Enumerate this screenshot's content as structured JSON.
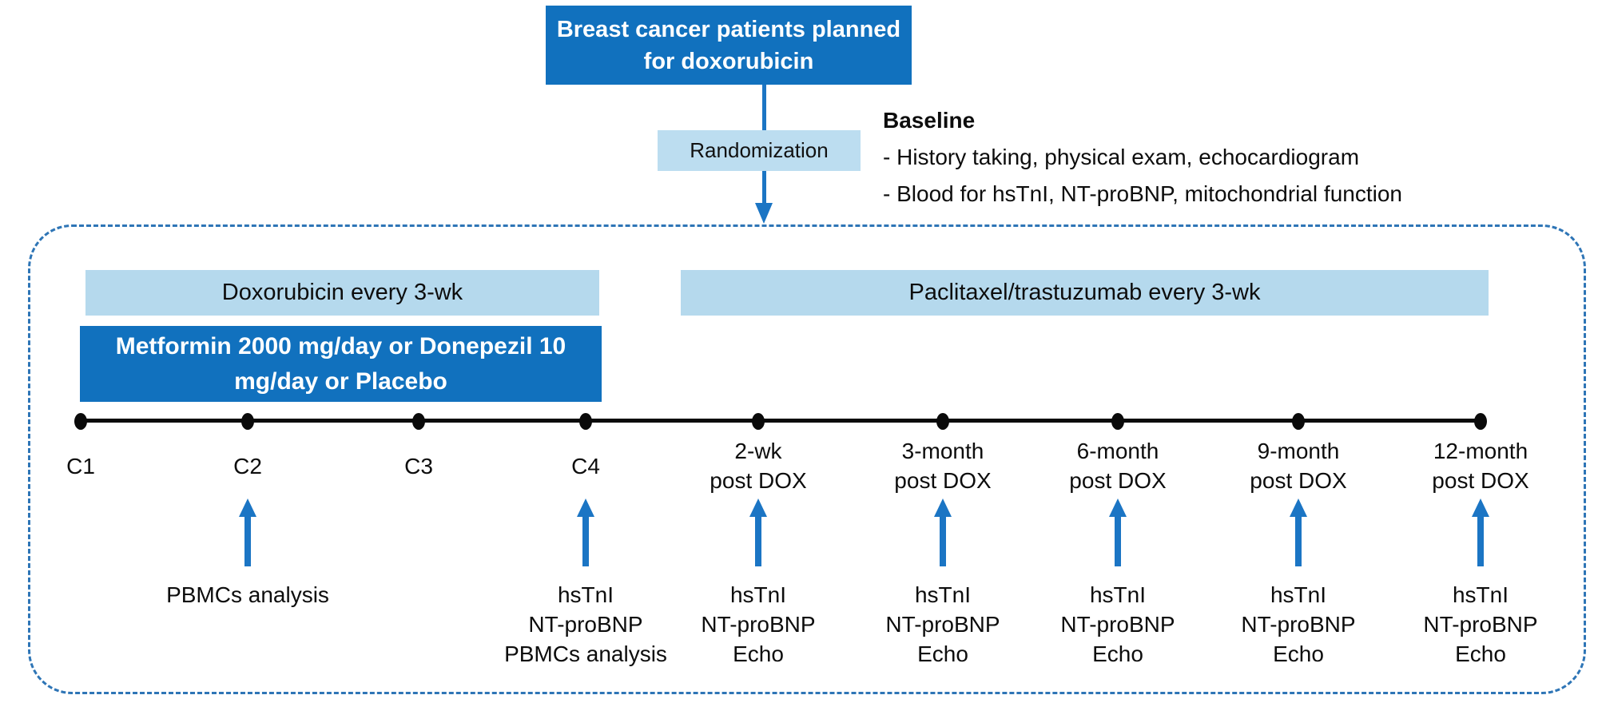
{
  "colors": {
    "dark_blue": "#1171BE",
    "light_blue_bar": "#B5D9ED",
    "randomization_bg": "#BCDDF0",
    "arrow_blue": "#1B75C4",
    "dashed_border": "#2E75B6",
    "timeline_black": "#0a0a0a"
  },
  "flow": {
    "title_line1": "Breast cancer patients planned",
    "title_line2": "for doxorubicin",
    "randomization": "Randomization",
    "baseline_heading": "Baseline",
    "baseline_item1": "- History taking, physical exam, echocardiogram",
    "baseline_item2": "- Blood for hsTnI, NT-proBNP, mitochondrial function"
  },
  "bars": {
    "doxorubicin": "Doxorubicin every 3-wk",
    "study_drug_line1": "Metformin 2000 mg/day or Donepezil 10",
    "study_drug_line2": "mg/day or Placebo",
    "paclitaxel": "Paclitaxel/trastuzumab every 3-wk"
  },
  "timeline": {
    "points": [
      {
        "label1": "C1"
      },
      {
        "label1": "C2",
        "a1": "PBMCs analysis"
      },
      {
        "label1": "C3"
      },
      {
        "label1": "C4",
        "a1": "hsTnI",
        "a2": "NT-proBNP",
        "a3": "PBMCs analysis"
      },
      {
        "label1": "2-wk",
        "label2": "post DOX",
        "a1": "hsTnI",
        "a2": "NT-proBNP",
        "a3": "Echo"
      },
      {
        "label1": "3-month",
        "label2": "post DOX",
        "a1": "hsTnI",
        "a2": "NT-proBNP",
        "a3": "Echo"
      },
      {
        "label1": "6-month",
        "label2": "post DOX",
        "a1": "hsTnI",
        "a2": "NT-proBNP",
        "a3": "Echo"
      },
      {
        "label1": "9-month",
        "label2": "post DOX",
        "a1": "hsTnI",
        "a2": "NT-proBNP",
        "a3": "Echo"
      },
      {
        "label1": "12-month",
        "label2": "post DOX",
        "a1": "hsTnI",
        "a2": "NT-proBNP",
        "a3": "Echo"
      }
    ]
  }
}
